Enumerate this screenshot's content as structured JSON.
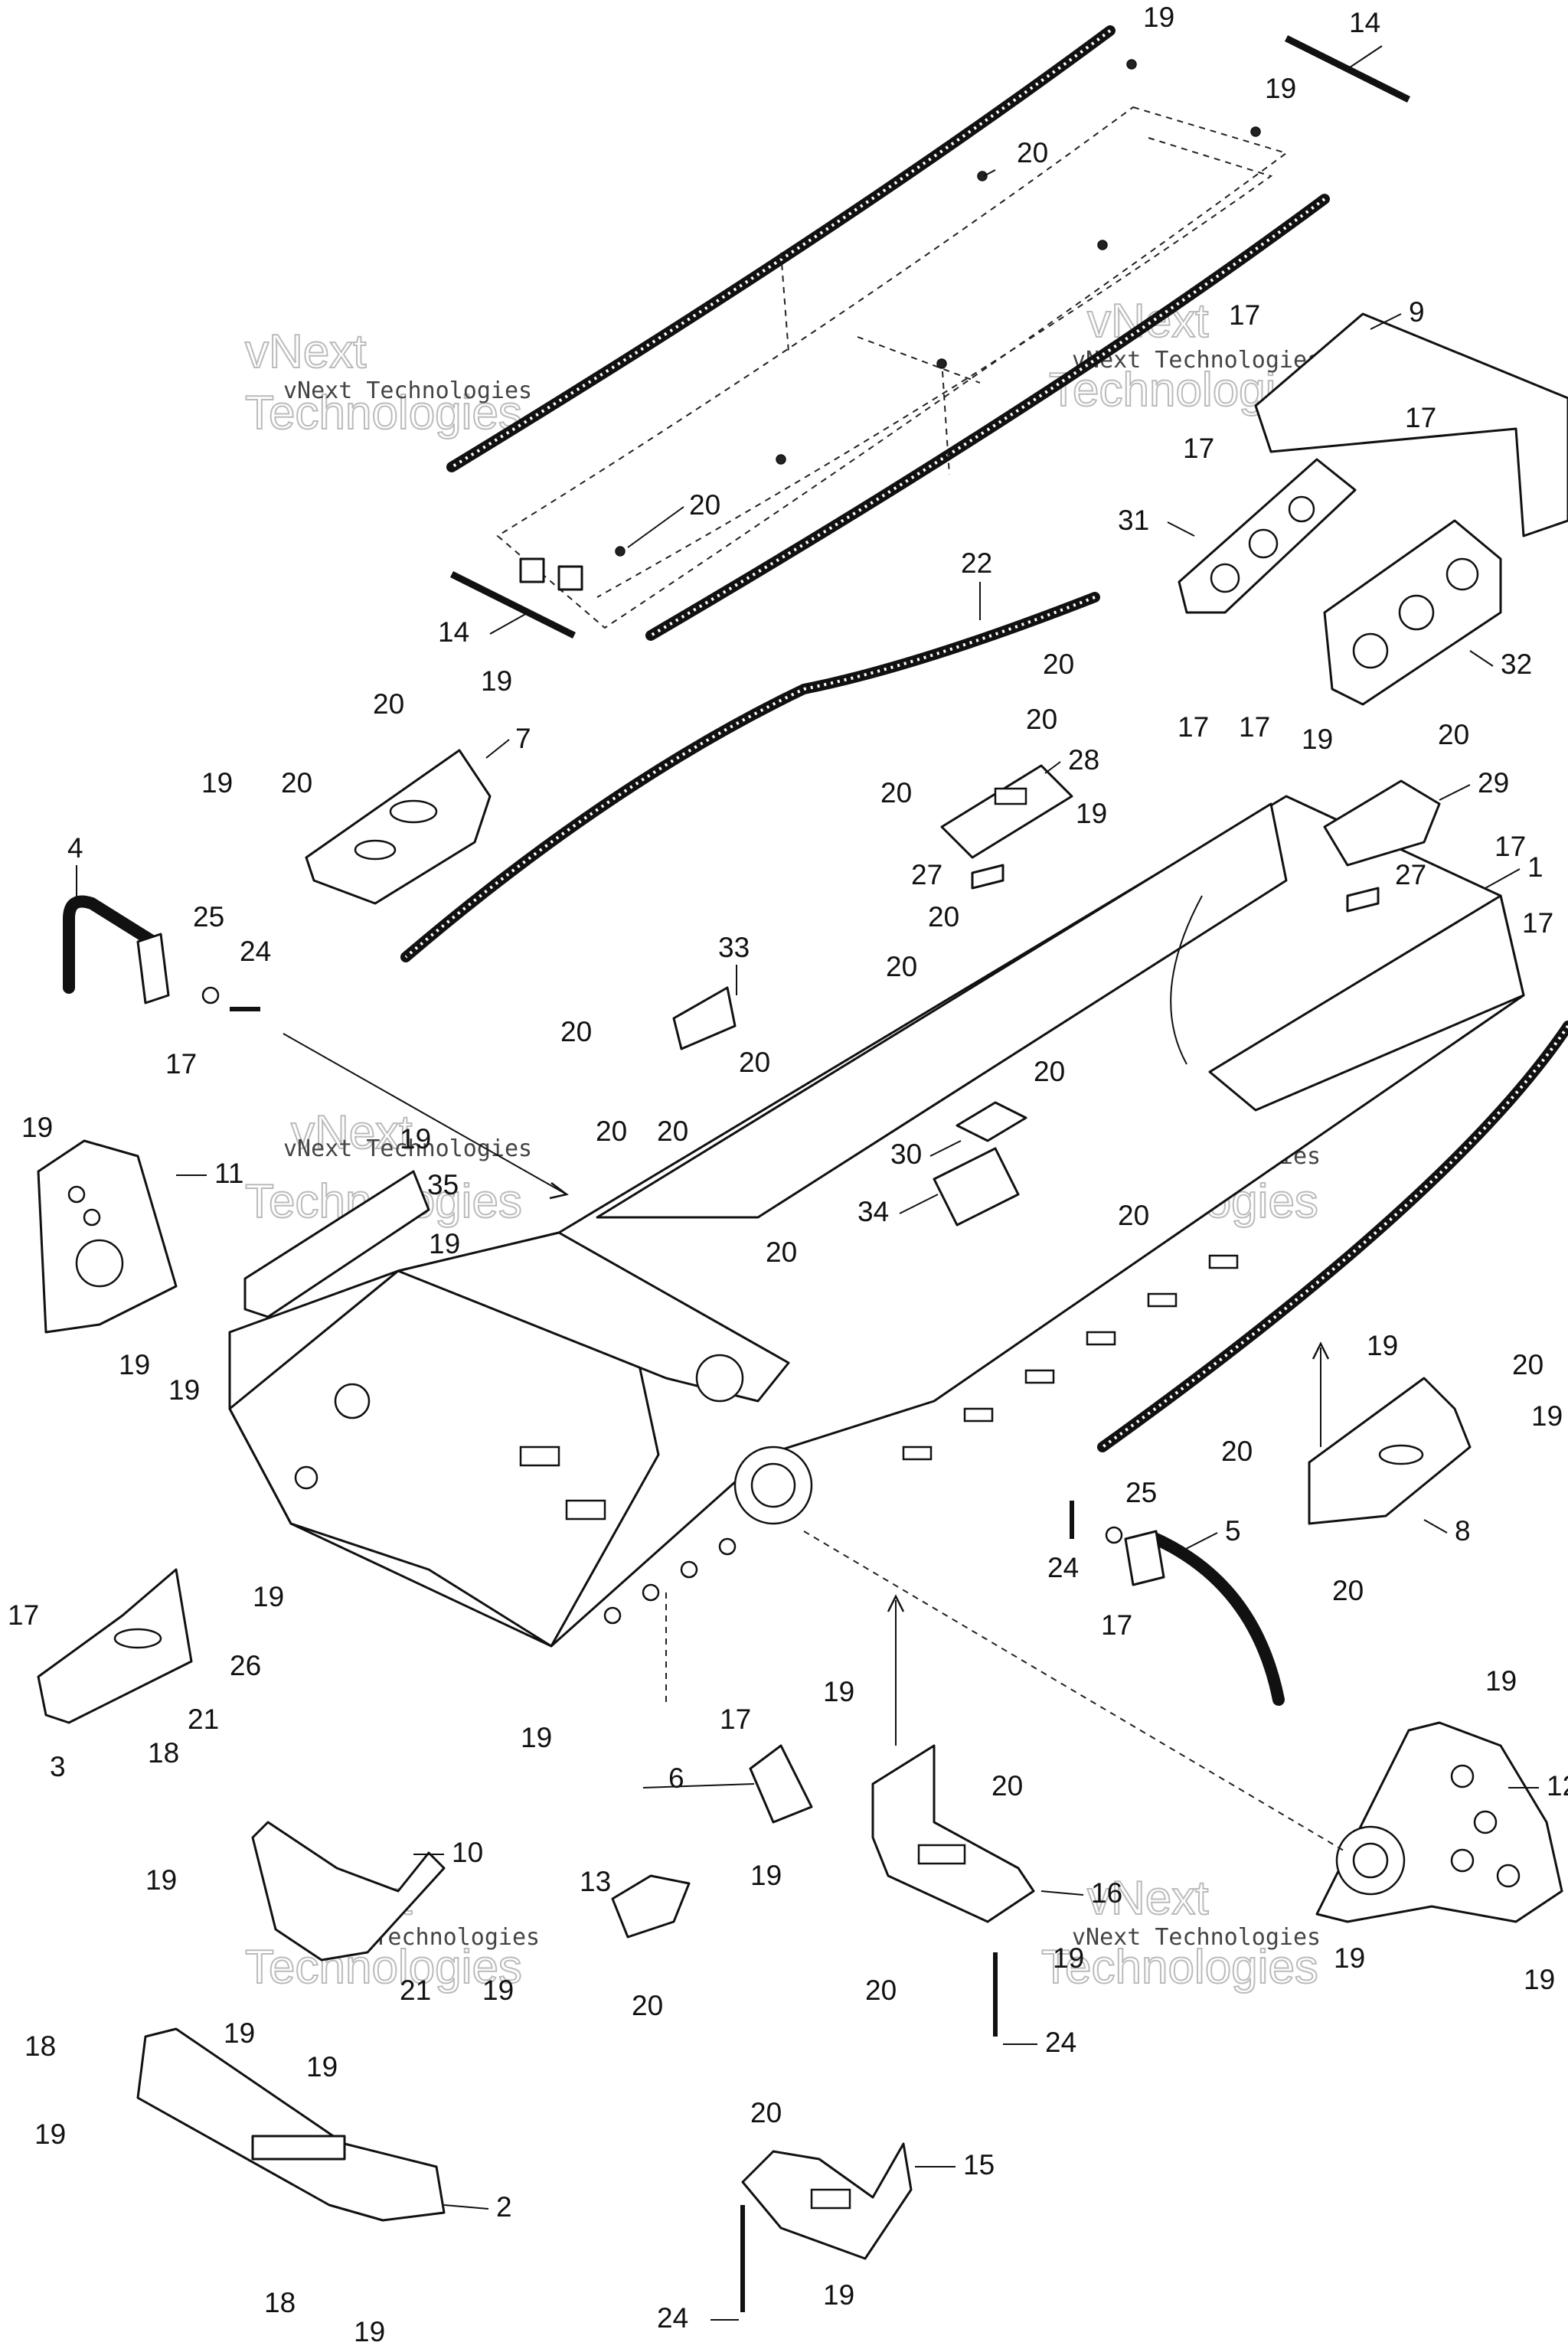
{
  "watermark": {
    "line1": "vNext",
    "line2": "Technologies",
    "full": "vNext Technologies"
  },
  "callouts": {
    "c1": "1",
    "c2": "2",
    "c3": "3",
    "c4": "4",
    "c5": "5",
    "c6": "6",
    "c7": "7",
    "c8": "8",
    "c9": "9",
    "c10": "10",
    "c11": "11",
    "c12": "12",
    "c13": "13",
    "c14": "14",
    "c15": "15",
    "c16": "16",
    "c17": "17",
    "c18": "18",
    "c19": "19",
    "c20": "20",
    "c21": "21",
    "c22": "22",
    "c24": "24",
    "c25": "25",
    "c26": "26",
    "c27": "27",
    "c28": "28",
    "c29": "29",
    "c30": "30",
    "c31": "31",
    "c32": "32",
    "c33": "33",
    "c34": "34",
    "c35": "35"
  },
  "colors": {
    "line": "#111111",
    "watermark": "#bbbbbb",
    "background": "#ffffff"
  }
}
